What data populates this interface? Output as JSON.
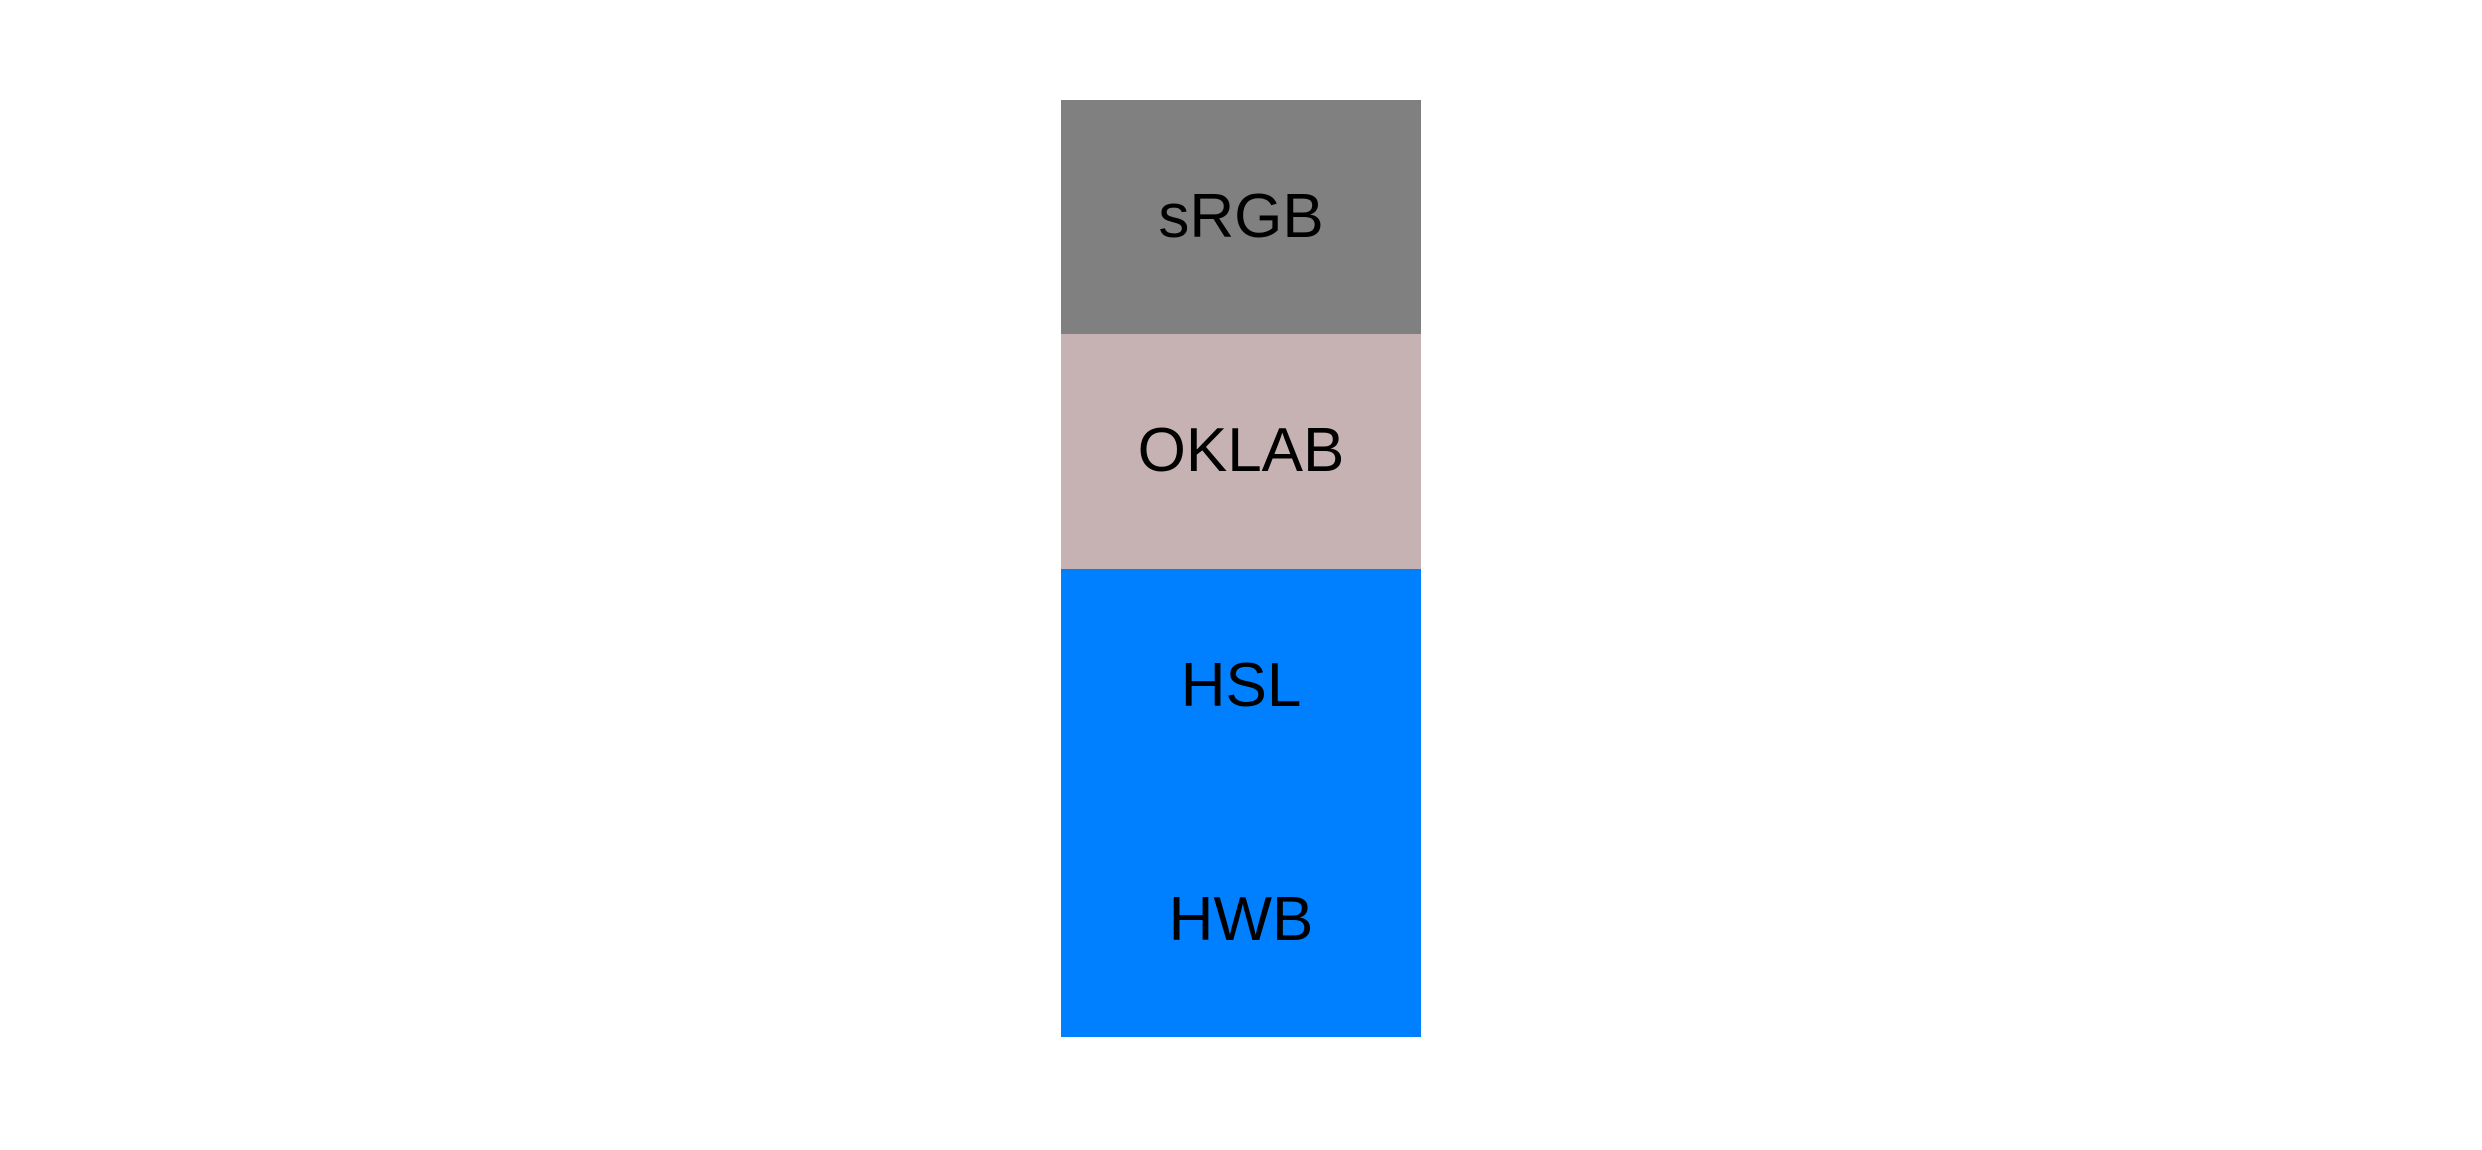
{
  "page": {
    "background": "#ffffff"
  },
  "swatches": [
    {
      "id": "srgb",
      "label": "sRGB",
      "color": "#808080",
      "label_color": "#000000"
    },
    {
      "id": "oklab",
      "label": "OKLAB",
      "color": "#c6b2b2",
      "label_color": "#000000"
    },
    {
      "id": "hsl",
      "label": "HSL",
      "color": "#0080ff",
      "label_color": "#000000"
    },
    {
      "id": "hwb",
      "label": "HWB",
      "color": "#0080ff",
      "label_color": "#000000"
    }
  ]
}
